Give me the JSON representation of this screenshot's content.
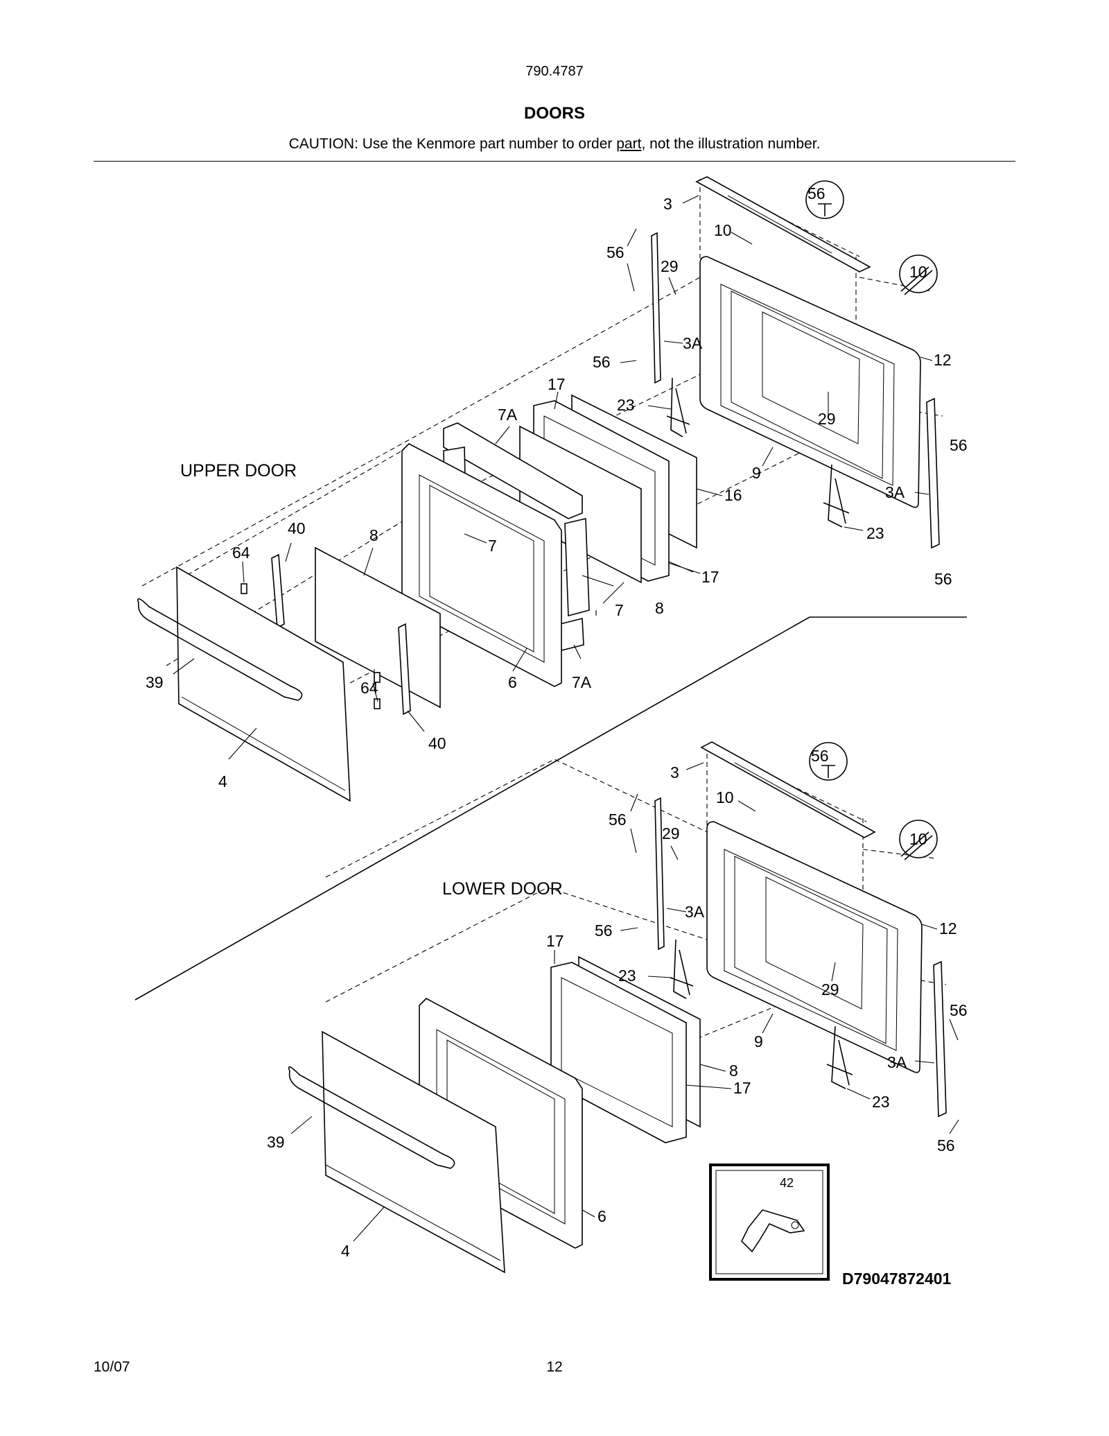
{
  "header": {
    "model": "790.4787",
    "title": "DOORS",
    "caution_pre": "CAUTION: Use the Kenmore part number to order ",
    "caution_link": "part",
    "caution_post": ", not the illustration number."
  },
  "sections": {
    "upper": "UPPER DOOR",
    "lower": "LOWER DOOR"
  },
  "upper_labels": {
    "p3": "3",
    "p56a": "56",
    "p10a": "10",
    "p10b": "10",
    "p56b": "56",
    "p29a": "29",
    "p3Aa": "3A",
    "p12": "12",
    "p56c": "56",
    "p23a": "23",
    "p17a": "17",
    "p7Aa": "7A",
    "p29b": "29",
    "p56d": "56",
    "p9": "9",
    "p16": "16",
    "p3Ab": "3A",
    "p23b": "23",
    "p40a": "40",
    "p8a": "8",
    "p64a": "64",
    "p7a": "7",
    "p17b": "17",
    "p7b": "7",
    "p8b": "8",
    "p56e": "56",
    "p39": "39",
    "p6": "6",
    "p7Ab": "7A",
    "p64b": "64",
    "p40b": "40",
    "p4": "4"
  },
  "lower_labels": {
    "p3": "3",
    "p56a": "56",
    "p10a": "10",
    "p10b": "10",
    "p56b": "56",
    "p29a": "29",
    "p3Aa": "3A",
    "p12": "12",
    "p56c": "56",
    "p17": "17",
    "p23a": "23",
    "p29b": "29",
    "p56d": "56",
    "p9": "9",
    "p8": "8",
    "p3Ab": "3A",
    "p17b": "17",
    "p23b": "23",
    "p56e": "56",
    "p39": "39",
    "p6": "6",
    "p4": "4"
  },
  "inset": {
    "label": "42"
  },
  "diagram_code": "D79047872401",
  "footer": {
    "date": "10/07",
    "page": "12"
  }
}
